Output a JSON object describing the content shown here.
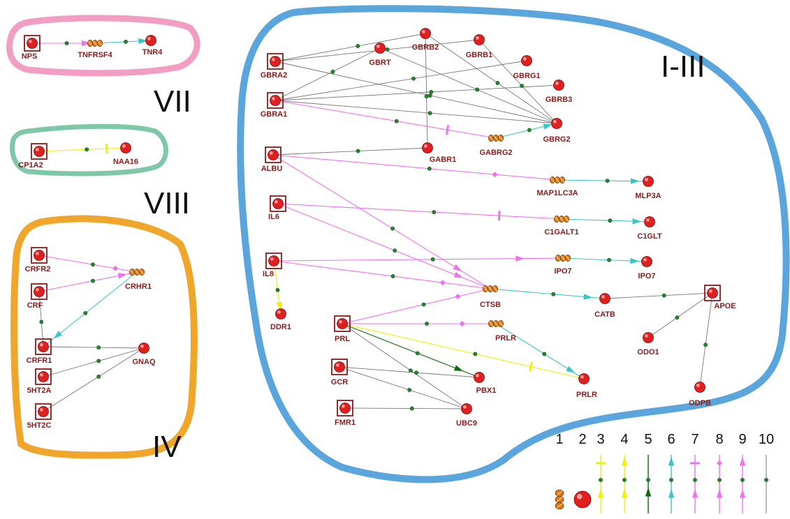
{
  "clusters": [
    {
      "id": "VII",
      "label": "VII",
      "color": "#f19ec2"
    },
    {
      "id": "VIII",
      "label": "VIII",
      "color": "#7ec8a9"
    },
    {
      "id": "IV",
      "label": "IV",
      "color": "#efa62b"
    },
    {
      "id": "I-III",
      "label": "I-III",
      "color": "#5aa5dc"
    }
  ],
  "colors": {
    "1": "#f0f000",
    "3": "#f0f000",
    "4": "#f0f000",
    "5": "#0a6a0a",
    "6": "#36c6c6",
    "7": "#f070f0",
    "8": "#f070f0",
    "9": "#f070f0",
    "10": "#777777",
    "node_red": "#e02020",
    "label_red": "#8b1a1a",
    "gene": "#e07818"
  },
  "nodes": [
    {
      "id": "NPS",
      "label": "NPS",
      "shape": "boxed"
    },
    {
      "id": "TNFRSF4",
      "label": "TNFRSF4",
      "shape": "gene"
    },
    {
      "id": "TNR4",
      "label": "TNR4",
      "shape": "protein"
    },
    {
      "id": "CP1A2",
      "label": "CP1A2",
      "shape": "boxed"
    },
    {
      "id": "NAA16",
      "label": "NAA16",
      "shape": "protein"
    },
    {
      "id": "CRFR2",
      "label": "CRFR2",
      "shape": "boxed"
    },
    {
      "id": "CRF",
      "label": "CRF",
      "shape": "boxed"
    },
    {
      "id": "CRHR1",
      "label": "CRHR1",
      "shape": "gene"
    },
    {
      "id": "CRFR1",
      "label": "CRFR1",
      "shape": "boxed"
    },
    {
      "id": "GNAQ",
      "label": "GNAQ",
      "shape": "protein"
    },
    {
      "id": "5HT2A",
      "label": "5HT2A",
      "shape": "boxed"
    },
    {
      "id": "5HT2C",
      "label": "5HT2C",
      "shape": "boxed"
    },
    {
      "id": "GBRA2",
      "label": "GBRA2",
      "shape": "boxed"
    },
    {
      "id": "GBRA1",
      "label": "GBRA1",
      "shape": "boxed"
    },
    {
      "id": "ALBU",
      "label": "ALBU",
      "shape": "boxed"
    },
    {
      "id": "IL6",
      "label": "IL6",
      "shape": "boxed"
    },
    {
      "id": "IL8",
      "label": "IL8",
      "shape": "boxed"
    },
    {
      "id": "DDR1",
      "label": "DDR1",
      "shape": "protein"
    },
    {
      "id": "PRL",
      "label": "PRL",
      "shape": "boxed"
    },
    {
      "id": "GCR",
      "label": "GCR",
      "shape": "boxed"
    },
    {
      "id": "FMR1",
      "label": "FMR1",
      "shape": "boxed"
    },
    {
      "id": "GBRT",
      "label": "GBRT",
      "shape": "protein"
    },
    {
      "id": "GBRB2",
      "label": "GBRB2",
      "shape": "protein"
    },
    {
      "id": "GBRB1",
      "label": "GBRB1",
      "shape": "protein"
    },
    {
      "id": "GBRG1",
      "label": "GBRG1",
      "shape": "protein"
    },
    {
      "id": "GBRB3",
      "label": "GBRB3",
      "shape": "protein"
    },
    {
      "id": "GBRG2",
      "label": "GBRG2",
      "shape": "protein"
    },
    {
      "id": "GABRG2",
      "label": "GABRG2",
      "shape": "gene"
    },
    {
      "id": "GABR1",
      "label": "GABR1",
      "shape": "protein"
    },
    {
      "id": "MAP1LC3A",
      "label": "MAP1LC3A",
      "shape": "gene"
    },
    {
      "id": "MLP3A",
      "label": "MLP3A",
      "shape": "protein"
    },
    {
      "id": "C1GALT1",
      "label": "C1GALT1",
      "shape": "gene"
    },
    {
      "id": "C1GLT",
      "label": "C1GLT",
      "shape": "protein"
    },
    {
      "id": "IPO7g",
      "label": "IPO7",
      "shape": "gene"
    },
    {
      "id": "IPO7",
      "label": "IPO7",
      "shape": "protein"
    },
    {
      "id": "CTSB",
      "label": "CTSB",
      "shape": "gene"
    },
    {
      "id": "CATB",
      "label": "CATB",
      "shape": "protein"
    },
    {
      "id": "APOE",
      "label": "APOE",
      "shape": "boxed"
    },
    {
      "id": "ODO1",
      "label": "ODO1",
      "shape": "protein"
    },
    {
      "id": "ODPB",
      "label": "ODPB",
      "shape": "protein"
    },
    {
      "id": "PRLRg",
      "label": "PRLR",
      "shape": "gene"
    },
    {
      "id": "PRLR",
      "label": "PRLR",
      "shape": "protein"
    },
    {
      "id": "PBX1",
      "label": "PBX1",
      "shape": "protein"
    },
    {
      "id": "UBC9",
      "label": "UBC9",
      "shape": "protein"
    }
  ],
  "edges": [
    {
      "from": "NPS",
      "to": "TNFRSF4",
      "type": "9"
    },
    {
      "from": "TNFRSF4",
      "to": "TNR4",
      "type": "6"
    },
    {
      "from": "CP1A2",
      "to": "NAA16",
      "type": "3"
    },
    {
      "from": "CRFR2",
      "to": "CRHR1",
      "type": "8"
    },
    {
      "from": "CRF",
      "to": "CRHR1",
      "type": "9"
    },
    {
      "from": "CRHR1",
      "to": "CRFR1",
      "type": "6"
    },
    {
      "from": "CRF",
      "to": "CRFR1",
      "type": "10"
    },
    {
      "from": "CRFR1",
      "to": "GNAQ",
      "type": "10"
    },
    {
      "from": "5HT2A",
      "to": "GNAQ",
      "type": "10"
    },
    {
      "from": "5HT2C",
      "to": "GNAQ",
      "type": "10"
    },
    {
      "from": "GBRA2",
      "to": "GBRG2",
      "type": "10"
    },
    {
      "from": "GBRA2",
      "to": "GBRB2",
      "type": "10"
    },
    {
      "from": "GBRA2",
      "to": "GBRB1",
      "type": "10"
    },
    {
      "from": "GBRA1",
      "to": "GBRT",
      "type": "10"
    },
    {
      "from": "GBRA1",
      "to": "GBRG1",
      "type": "10"
    },
    {
      "from": "GBRA1",
      "to": "GBRB3",
      "type": "10"
    },
    {
      "from": "GBRA1",
      "to": "GBRG2",
      "type": "10"
    },
    {
      "from": "GBRT",
      "to": "GBRG2",
      "type": "10"
    },
    {
      "from": "GBRB2",
      "to": "GBRG2",
      "type": "10"
    },
    {
      "from": "GBRB2",
      "to": "GABR1",
      "type": "10"
    },
    {
      "from": "GBRB1",
      "to": "GBRG2",
      "type": "10"
    },
    {
      "from": "GBRA1",
      "to": "GABRG2",
      "type": "7"
    },
    {
      "from": "GABRG2",
      "to": "GBRG2",
      "type": "6"
    },
    {
      "from": "ALBU",
      "to": "GABR1",
      "type": "10"
    },
    {
      "from": "ALBU",
      "to": "MAP1LC3A",
      "type": "8"
    },
    {
      "from": "MAP1LC3A",
      "to": "MLP3A",
      "type": "6"
    },
    {
      "from": "ALBU",
      "to": "CTSB",
      "type": "9"
    },
    {
      "from": "IL6",
      "to": "C1GALT1",
      "type": "7"
    },
    {
      "from": "C1GALT1",
      "to": "C1GLT",
      "type": "6"
    },
    {
      "from": "IL6",
      "to": "CTSB",
      "type": "9"
    },
    {
      "from": "IL8",
      "to": "IPO7g",
      "type": "9"
    },
    {
      "from": "IPO7g",
      "to": "IPO7",
      "type": "6"
    },
    {
      "from": "IL8",
      "to": "CTSB",
      "type": "8"
    },
    {
      "from": "IL8",
      "to": "DDR1",
      "type": "4"
    },
    {
      "from": "PRL",
      "to": "CTSB",
      "type": "8"
    },
    {
      "from": "CTSB",
      "to": "CATB",
      "type": "6"
    },
    {
      "from": "CATB",
      "to": "APOE",
      "type": "10"
    },
    {
      "from": "APOE",
      "to": "ODO1",
      "type": "10"
    },
    {
      "from": "APOE",
      "to": "ODPB",
      "type": "10"
    },
    {
      "from": "PRL",
      "to": "PRLRg",
      "type": "8"
    },
    {
      "from": "PRLRg",
      "to": "PRLR",
      "type": "6"
    },
    {
      "from": "PRL",
      "to": "PRLR",
      "type": "3"
    },
    {
      "from": "PRL",
      "to": "PBX1",
      "type": "5"
    },
    {
      "from": "PRL",
      "to": "UBC9",
      "type": "10"
    },
    {
      "from": "GCR",
      "to": "PBX1",
      "type": "10"
    },
    {
      "from": "GCR",
      "to": "UBC9",
      "type": "10"
    },
    {
      "from": "FMR1",
      "to": "UBC9",
      "type": "10"
    }
  ],
  "legend": {
    "items": [
      {
        "num": "1",
        "kind": "gene-icon"
      },
      {
        "num": "2",
        "kind": "protein-icon"
      },
      {
        "num": "3",
        "kind": "edge",
        "type": "3"
      },
      {
        "num": "4",
        "kind": "edge",
        "type": "4"
      },
      {
        "num": "5",
        "kind": "edge",
        "type": "5"
      },
      {
        "num": "6",
        "kind": "edge",
        "type": "6"
      },
      {
        "num": "7",
        "kind": "edge",
        "type": "7"
      },
      {
        "num": "8",
        "kind": "edge",
        "type": "8"
      },
      {
        "num": "9",
        "kind": "edge",
        "type": "9"
      },
      {
        "num": "10",
        "kind": "edge",
        "type": "10"
      }
    ]
  }
}
